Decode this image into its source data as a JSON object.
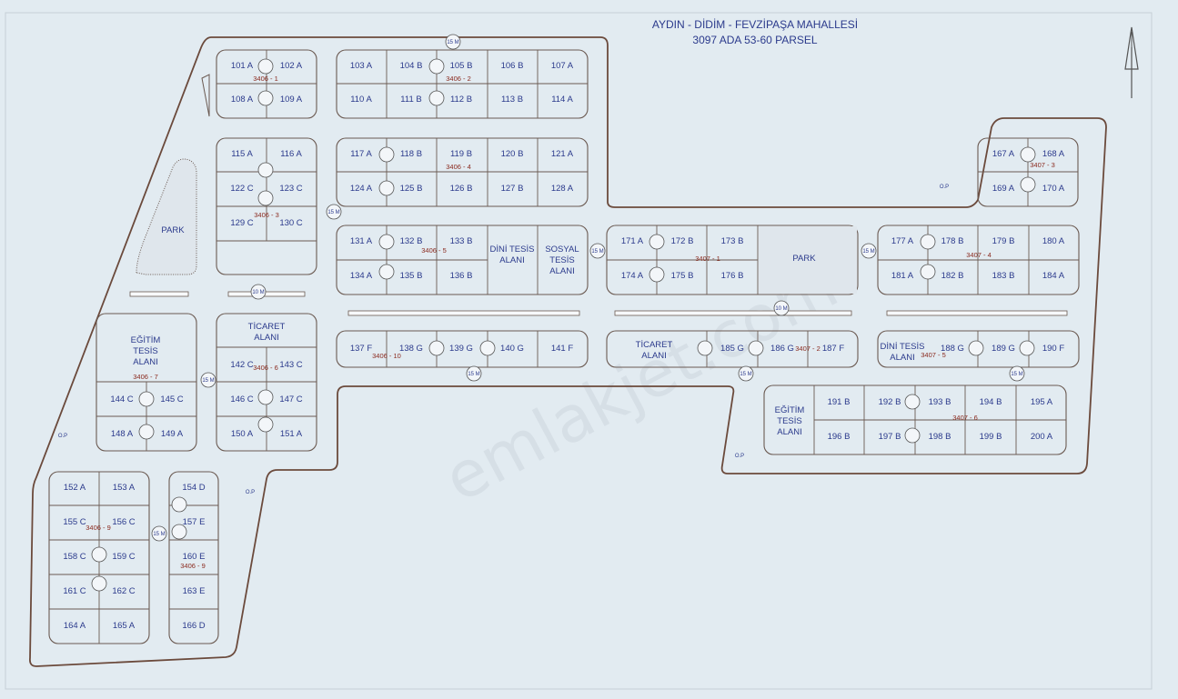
{
  "header": {
    "title_line1": "AYDIN - DİDİM - FEVZİPAŞA MAHALLESİ",
    "title_line2": "3097 ADA 53-60 PARSEL"
  },
  "watermark": "emlakjet.com",
  "colors": {
    "background": "#e2ebf1",
    "road": "#6b4a3c",
    "text": "#2b3a8c",
    "parcel_code": "#8a2a1e"
  },
  "icons": {
    "north": "north-arrow-icon",
    "pole": "electric-pole-icon"
  },
  "plots": {
    "p101": "101 A",
    "p102": "102 A",
    "p103": "103 A",
    "p104": "104 B",
    "p105": "105 B",
    "p106": "106 B",
    "p107": "107 A",
    "p108": "108 A",
    "p109": "109 A",
    "p110": "110 A",
    "p111": "111 B",
    "p112": "112 B",
    "p113": "113 B",
    "p114": "114 A",
    "p115": "115 A",
    "p116": "116 A",
    "p117": "117 A",
    "p118": "118 B",
    "p119": "119 B",
    "p120": "120 B",
    "p121": "121 A",
    "p122": "122 C",
    "p123": "123 C",
    "p124": "124 A",
    "p125": "125 B",
    "p126": "126 B",
    "p127": "127 B",
    "p128": "128 A",
    "p129": "129 C",
    "p130": "130 C",
    "p131": "131 A",
    "p132": "132 B",
    "p133": "133 B",
    "p134": "134 A",
    "p135": "135 B",
    "p136": "136 B",
    "p137": "137 F",
    "p138": "138 G",
    "p139": "139 G",
    "p140": "140 G",
    "p141": "141 F",
    "p142": "142 C",
    "p143": "143 C",
    "p144": "144 C",
    "p145": "145 C",
    "p146": "146 C",
    "p147": "147 C",
    "p148": "148 A",
    "p149": "149 A",
    "p150": "150 A",
    "p151": "151 A",
    "p152": "152 A",
    "p153": "153 A",
    "p154": "154 D",
    "p155": "155 C",
    "p156": "156 C",
    "p157": "157 E",
    "p158": "158 C",
    "p159": "159 C",
    "p160": "160 E",
    "p161": "161 C",
    "p162": "162 C",
    "p163": "163 E",
    "p164": "164 A",
    "p165": "165 A",
    "p166": "166 D",
    "p167": "167 A",
    "p168": "168 A",
    "p169": "169 A",
    "p170": "170 A",
    "p171": "171 A",
    "p172": "172 B",
    "p173": "173 B",
    "p174": "174 A",
    "p175": "175 B",
    "p176": "176 B",
    "p177": "177 A",
    "p178": "178 B",
    "p179": "179 B",
    "p180": "180 A",
    "p181": "181 A",
    "p182": "182 B",
    "p183": "183 B",
    "p184": "184 A",
    "p185": "185 G",
    "p186": "186 G",
    "p187": "187 F",
    "p188": "188 G",
    "p189": "189 G",
    "p190": "190 F",
    "p191": "191 B",
    "p192": "192 B",
    "p193": "193 B",
    "p194": "194 B",
    "p195": "195 A",
    "p196": "196 B",
    "p197": "197 B",
    "p198": "198 B",
    "p199": "199 B",
    "p200": "200 A"
  },
  "areas": {
    "park": "PARK",
    "dini_tesis": [
      "DİNİ TESİS",
      "ALANI"
    ],
    "sosyal_tesis": [
      "SOSYAL",
      "TESİS",
      "ALANI"
    ],
    "egitim_tesis_left": [
      "EĞİTİM",
      "TESİS",
      "ALANI"
    ],
    "egitim_tesis_right": [
      "EĞİTİM",
      "TESİS",
      "ALANI"
    ],
    "ticaret_left": [
      "TİCARET",
      "ALANI"
    ],
    "ticaret_mid": [
      "TİCARET",
      "ALANI"
    ],
    "dini_tesis_right": [
      "DİNİ TESİS",
      "ALANI"
    ]
  },
  "parcel_codes": {
    "c1": "3406 - 1",
    "c2": "3406 - 2",
    "c3": "3406 - 3",
    "c4": "3406 - 4",
    "c5": "3406 - 5",
    "c6": "3406 - 6",
    "c7": "3406 - 7",
    "c9a": "3406 - 9",
    "c9b": "3406 - 9",
    "c10": "3406 - 10",
    "d1": "3407 - 1",
    "d2": "3407 - 2",
    "d3": "3407 - 3",
    "d4": "3407 - 4",
    "d5": "3407 - 5",
    "d6": "3407 - 6"
  },
  "road_label": "15 M",
  "road_label_short": "10 M",
  "op_label": "O.P"
}
